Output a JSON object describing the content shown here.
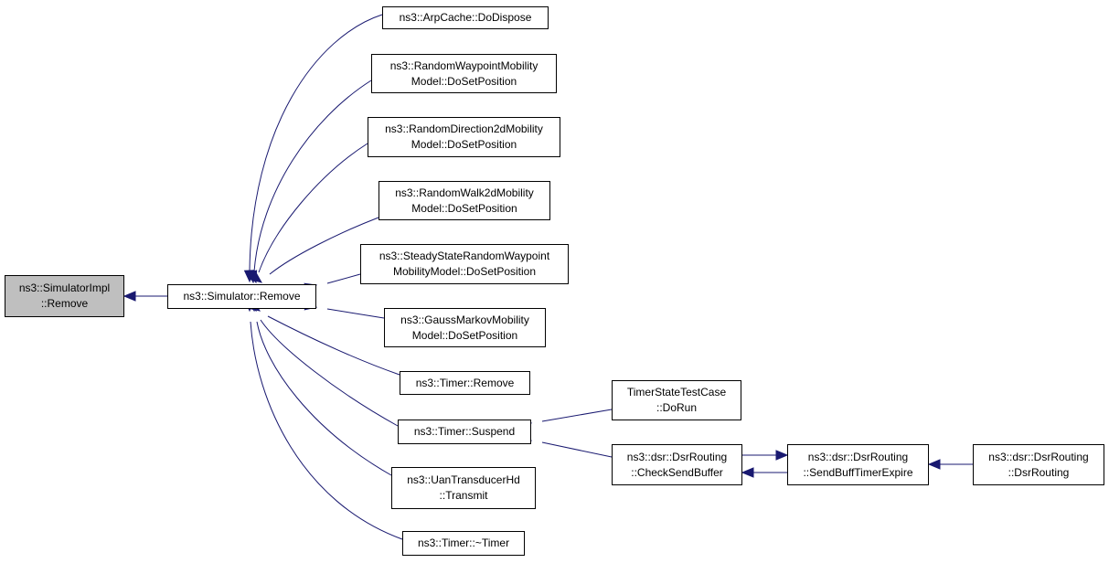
{
  "diagram": {
    "style": {
      "edge_color": "#191970",
      "root_fill": "#bfbfbf",
      "node_fill": "#ffffff",
      "border_color": "#000000"
    },
    "nodes": [
      {
        "id": "simimpl_remove",
        "lines": [
          "ns3::SimulatorImpl",
          "::Remove"
        ],
        "root": true
      },
      {
        "id": "simulator_remove",
        "lines": [
          "ns3::Simulator::Remove"
        ]
      },
      {
        "id": "arpcache_dodispose",
        "lines": [
          "ns3::ArpCache::DoDispose"
        ]
      },
      {
        "id": "randomwaypoint_dosetposition",
        "lines": [
          "ns3::RandomWaypointMobility",
          "Model::DoSetPosition"
        ]
      },
      {
        "id": "randomdirection2d_dosetposition",
        "lines": [
          "ns3::RandomDirection2dMobility",
          "Model::DoSetPosition"
        ]
      },
      {
        "id": "randomwalk2d_dosetposition",
        "lines": [
          "ns3::RandomWalk2dMobility",
          "Model::DoSetPosition"
        ]
      },
      {
        "id": "steadystate_dosetposition",
        "lines": [
          "ns3::SteadyStateRandomWaypoint",
          "MobilityModel::DoSetPosition"
        ]
      },
      {
        "id": "gaussmarkov_dosetposition",
        "lines": [
          "ns3::GaussMarkovMobility",
          "Model::DoSetPosition"
        ]
      },
      {
        "id": "timer_remove",
        "lines": [
          "ns3::Timer::Remove"
        ]
      },
      {
        "id": "timer_suspend",
        "lines": [
          "ns3::Timer::Suspend"
        ]
      },
      {
        "id": "uantransducerhd_transmit",
        "lines": [
          "ns3::UanTransducerHd",
          "::Transmit"
        ]
      },
      {
        "id": "timer_dtor",
        "lines": [
          "ns3::Timer::~Timer"
        ]
      },
      {
        "id": "timerstatetestcase_dorun",
        "lines": [
          "TimerStateTestCase",
          "::DoRun"
        ]
      },
      {
        "id": "dsrrouting_checksendbuffer",
        "lines": [
          "ns3::dsr::DsrRouting",
          "::CheckSendBuffer"
        ]
      },
      {
        "id": "dsrrouting_sendbufftimerexpire",
        "lines": [
          "ns3::dsr::DsrRouting",
          "::SendBuffTimerExpire"
        ]
      },
      {
        "id": "dsrrouting_ctor",
        "lines": [
          "ns3::dsr::DsrRouting",
          "::DsrRouting"
        ]
      }
    ],
    "edges": [
      {
        "from": "simulator_remove",
        "to": "simimpl_remove"
      },
      {
        "from": "arpcache_dodispose",
        "to": "simulator_remove"
      },
      {
        "from": "randomwaypoint_dosetposition",
        "to": "simulator_remove"
      },
      {
        "from": "randomdirection2d_dosetposition",
        "to": "simulator_remove"
      },
      {
        "from": "randomwalk2d_dosetposition",
        "to": "simulator_remove"
      },
      {
        "from": "steadystate_dosetposition",
        "to": "simulator_remove"
      },
      {
        "from": "gaussmarkov_dosetposition",
        "to": "simulator_remove"
      },
      {
        "from": "timer_remove",
        "to": "simulator_remove"
      },
      {
        "from": "timer_suspend",
        "to": "simulator_remove"
      },
      {
        "from": "uantransducerhd_transmit",
        "to": "simulator_remove"
      },
      {
        "from": "timer_dtor",
        "to": "simulator_remove"
      },
      {
        "from": "timerstatetestcase_dorun",
        "to": "timer_suspend"
      },
      {
        "from": "dsrrouting_checksendbuffer",
        "to": "timer_suspend"
      },
      {
        "from": "dsrrouting_checksendbuffer",
        "to": "dsrrouting_sendbufftimerexpire"
      },
      {
        "from": "dsrrouting_sendbufftimerexpire",
        "to": "dsrrouting_checksendbuffer"
      },
      {
        "from": "dsrrouting_ctor",
        "to": "dsrrouting_sendbufftimerexpire"
      }
    ]
  }
}
